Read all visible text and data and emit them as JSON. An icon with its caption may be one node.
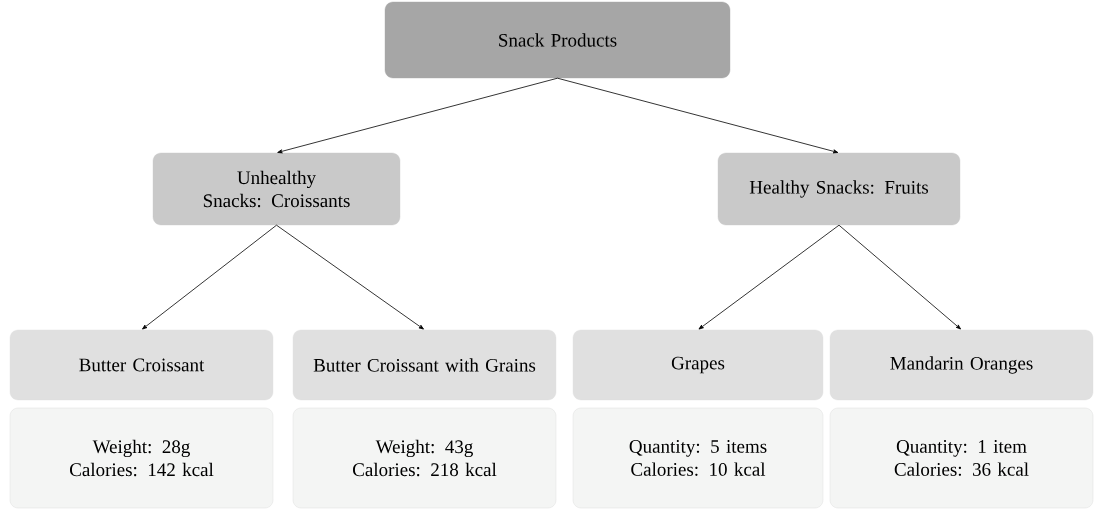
{
  "diagram": {
    "nodes": [
      {
        "text": [
          "Snack Products"
        ]
      },
      {
        "text": [
          "Unhealthy Snacks: Croissants"
        ]
      },
      {
        "text": [
          "Healthy Snacks: Fruits"
        ]
      },
      {
        "text": [
          "Butter Croissant"
        ]
      },
      {
        "text": [
          "Butter Croissant with Grains"
        ]
      },
      {
        "text": [
          "Grapes"
        ]
      },
      {
        "text": [
          "Mandarin Oranges"
        ]
      },
      {
        "text": [
          "Weight: 28g",
          "Calories: 142 kcal"
        ]
      },
      {
        "text": [
          "Weight: 43g",
          "Calories: 218 kcal"
        ]
      },
      {
        "text": [
          "Quantity: 5 items",
          "Calories: 10 kcal"
        ]
      },
      {
        "text": [
          "Quantity: 1 item",
          "Calories: 36 kcal"
        ]
      }
    ],
    "edges": [
      {
        "from": 0,
        "to": 1,
        "arrow": "to"
      },
      {
        "from": 0,
        "to": 2,
        "arrow": "to"
      },
      {
        "from": 1,
        "to": 3,
        "arrow": "to"
      },
      {
        "from": 1,
        "to": 4,
        "arrow": "to"
      },
      {
        "from": 2,
        "to": 5,
        "arrow": "to"
      },
      {
        "from": 2,
        "to": 6,
        "arrow": "to"
      }
    ]
  }
}
